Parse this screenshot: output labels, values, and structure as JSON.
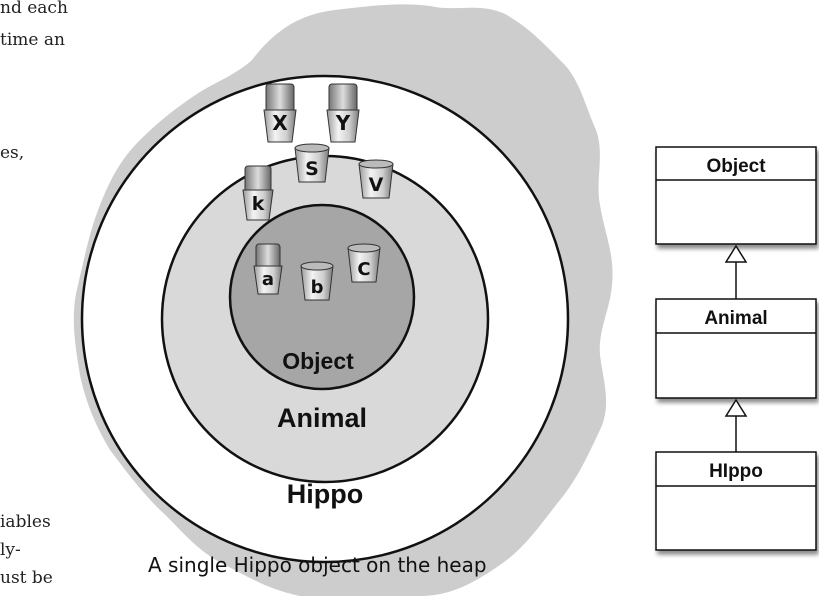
{
  "page_text": {
    "line1": "nd each",
    "line2": "time an",
    "line3": "es,",
    "line4": "iables",
    "line5": "ly-",
    "line6": "ust be"
  },
  "heap_diagram": {
    "outer_label": "Hippo",
    "middle_label": "Animal",
    "inner_label": "Object",
    "hippo_vars": [
      "X",
      "Y"
    ],
    "animal_vars": [
      "k",
      "S",
      "V"
    ],
    "object_vars": [
      "a",
      "b",
      "C"
    ],
    "caption": "A single Hippo object on the heap",
    "colors": {
      "heap_blob": "#cdcdcd",
      "outer_ring": "#ffffff",
      "middle_ring": "#d9d9d9",
      "inner_ring": "#a6a6a6",
      "cup": "#e8e8e8"
    }
  },
  "class_hierarchy": {
    "classes": [
      "Object",
      "Animal",
      "HIppo"
    ],
    "relation": "inheritance-arrow"
  }
}
